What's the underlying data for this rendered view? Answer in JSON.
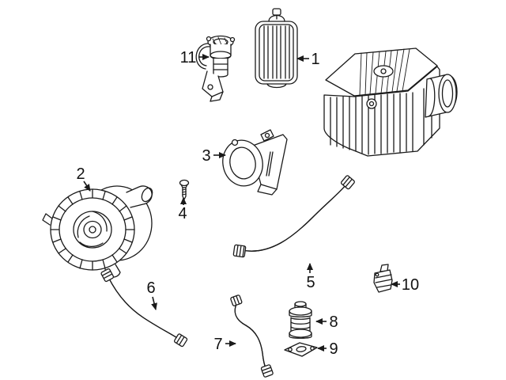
{
  "page": {
    "background": "#ffffff"
  },
  "diagram": {
    "type": "exploded-parts-diagram",
    "line_color": "#1a1a1a",
    "callouts": [
      {
        "label": "1"
      },
      {
        "label": "2"
      },
      {
        "label": "3"
      },
      {
        "label": "4"
      },
      {
        "label": "5"
      },
      {
        "label": "6"
      },
      {
        "label": "7"
      },
      {
        "label": "8"
      },
      {
        "label": "9"
      },
      {
        "label": "10"
      },
      {
        "label": "11"
      }
    ]
  }
}
